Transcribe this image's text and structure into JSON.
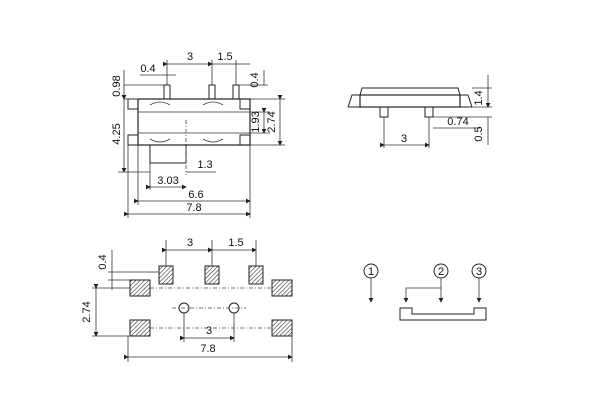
{
  "top_view": {
    "dims": {
      "pin_width": "0.4",
      "pitch_a": "3",
      "pitch_b": "1.5",
      "pin_len_right": "0.4",
      "pin_len_left": "0.98",
      "body_h": "4.25",
      "inner_h": "1.93",
      "total_h": "2.74",
      "knob": "1.3",
      "offset": "3.03",
      "inner_w": "6.6",
      "total_w": "7.8"
    }
  },
  "side_view": {
    "dims": {
      "height": "1.4",
      "lead": "0.74",
      "pitch": "3",
      "standoff": "0.5"
    }
  },
  "footprint": {
    "dims": {
      "pitch_a": "3",
      "pitch_b": "1.5",
      "pad": "0.4",
      "row": "2.74",
      "hole_pitch": "3",
      "total_w": "7.8"
    }
  },
  "schematic": {
    "pins": [
      "1",
      "2",
      "3"
    ]
  }
}
